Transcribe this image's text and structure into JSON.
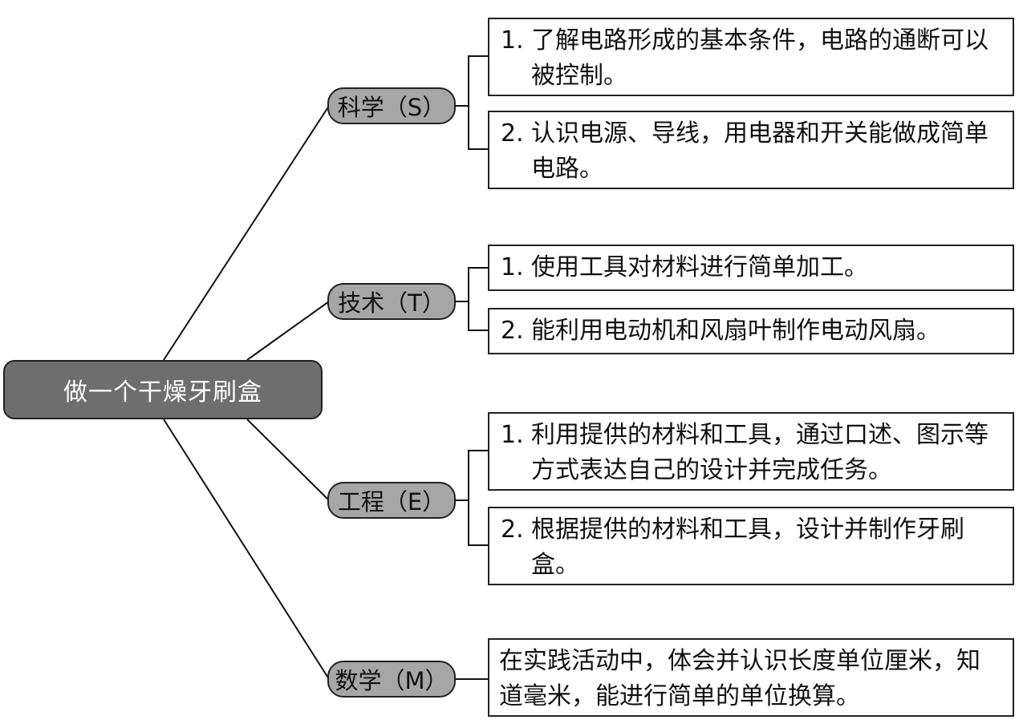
{
  "root": {
    "label": "做一个干燥牙刷盒"
  },
  "branches": [
    {
      "id": "science",
      "label": "科学（S）",
      "items": [
        {
          "num": "1.",
          "text": "了解电路形成的基本条件，电路的通断可以被控制。"
        },
        {
          "num": "2.",
          "text": "认识电源、导线，用电器和开关能做成简单电路。"
        }
      ]
    },
    {
      "id": "technology",
      "label": "技术（T）",
      "items": [
        {
          "num": "1.",
          "text": "使用工具对材料进行简单加工。"
        },
        {
          "num": "2.",
          "text": "能利用电动机和风扇叶制作电动风扇。"
        }
      ]
    },
    {
      "id": "engineering",
      "label": "工程（E）",
      "items": [
        {
          "num": "1.",
          "text": "利用提供的材料和工具，通过口述、图示等方式表达自己的设计并完成任务。"
        },
        {
          "num": "2.",
          "text": "根据提供的材料和工具，设计并制作牙刷盒。"
        }
      ]
    },
    {
      "id": "math",
      "label": "数学（M）",
      "items": [
        {
          "num": "",
          "text": "在实践活动中，体会并认识长度单位厘米，知道毫米，能进行简单的单位换算。"
        }
      ]
    }
  ]
}
